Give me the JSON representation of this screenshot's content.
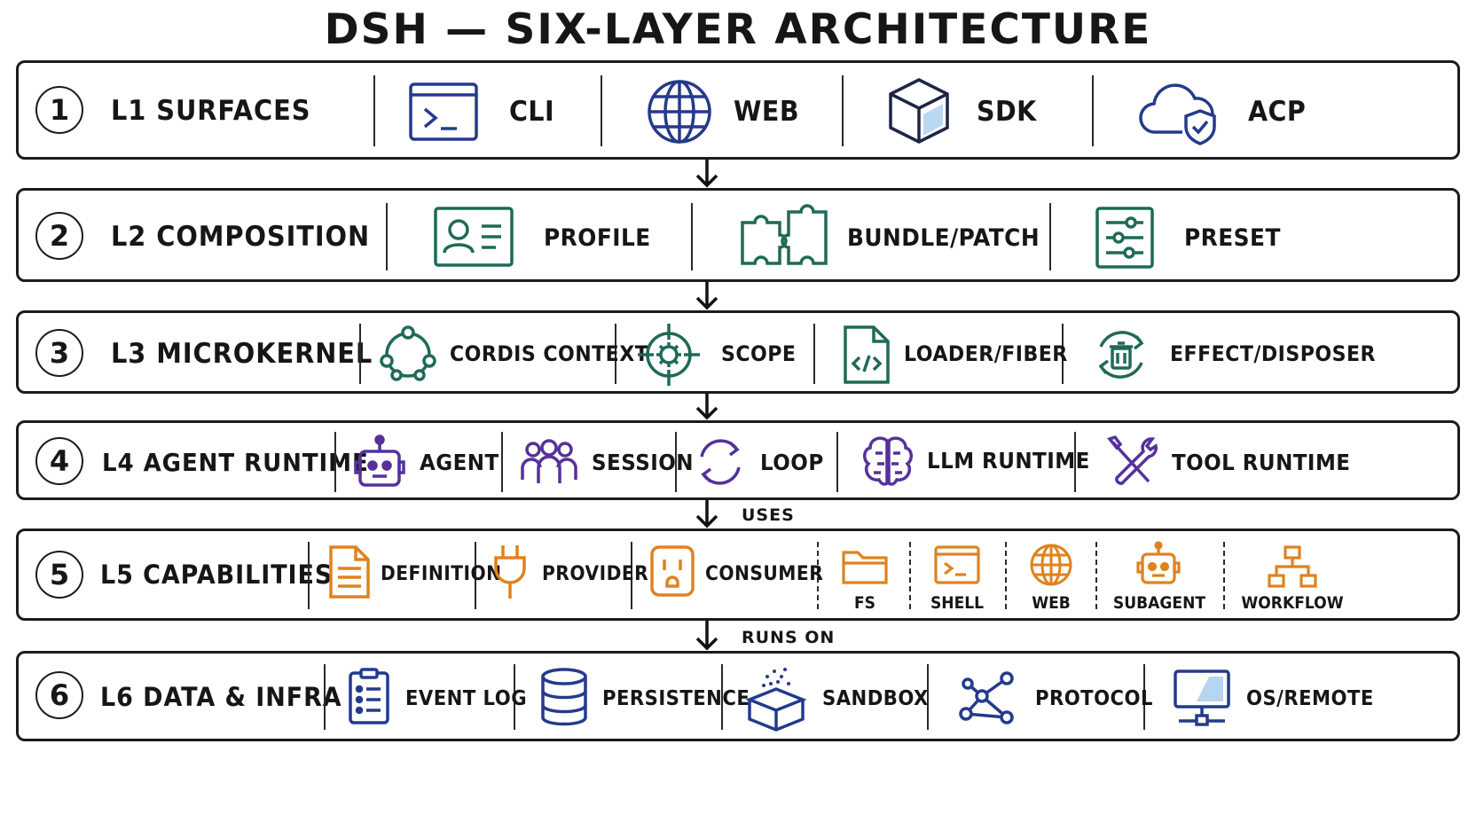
{
  "title": "DSH — SIX-LAYER ARCHITECTURE",
  "colors": {
    "l1": "#243a8c",
    "l2": "#1f6a57",
    "l3": "#1f6a57",
    "l4": "#56319b",
    "l5": "#e0821e",
    "l6": "#243a8c"
  },
  "layers": [
    {
      "num": "1",
      "name": "L1 SURFACES",
      "items": [
        "CLI",
        "WEB",
        "SDK",
        "ACP"
      ]
    },
    {
      "num": "2",
      "name": "L2 COMPOSITION",
      "items": [
        "PROFILE",
        "BUNDLE/PATCH",
        "PRESET"
      ]
    },
    {
      "num": "3",
      "name": "L3 MICROKERNEL",
      "items": [
        "CORDIS CONTEXT",
        "SCOPE",
        "LOADER/FIBER",
        "EFFECT/DISPOSER"
      ]
    },
    {
      "num": "4",
      "name": "L4 AGENT RUNTIME",
      "items": [
        "AGENT",
        "SESSION",
        "LOOP",
        "LLM RUNTIME",
        "TOOL RUNTIME"
      ]
    },
    {
      "num": "5",
      "name": "L5 CAPABILITIES",
      "items": [
        "DEFINITION",
        "PROVIDER",
        "CONSUMER"
      ],
      "subitems": [
        "FS",
        "SHELL",
        "WEB",
        "SUBAGENT",
        "WORKFLOW"
      ]
    },
    {
      "num": "6",
      "name": "L6 DATA & INFRA",
      "items": [
        "EVENT LOG",
        "PERSISTENCE",
        "SANDBOX",
        "PROTOCOL",
        "OS/REMOTE"
      ]
    }
  ],
  "arrows": {
    "uses": "USES",
    "runs_on": "RUNS ON"
  }
}
